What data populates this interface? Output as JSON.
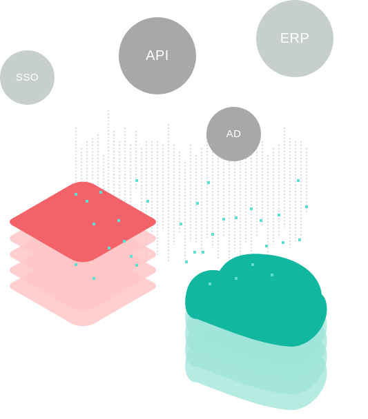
{
  "bubbles": {
    "sso": {
      "label": "SSO",
      "color": "#c6cfcc"
    },
    "api": {
      "label": "API",
      "color": "#a8a8a8"
    },
    "erp": {
      "label": "ERP",
      "color": "#c6cfcc"
    },
    "ad": {
      "label": "AD",
      "color": "#a8a8a8"
    }
  },
  "colors": {
    "database_top": "#f26268",
    "database_layers": "#ffc6c7",
    "cloud_top": "#12b79f",
    "cloud_layers": "#9ee4d8",
    "stream_dots": "#dcdce6",
    "stream_highlight": "#5fe0cf"
  },
  "icons": [
    "database-stack-icon",
    "cloud-stack-icon",
    "data-stream-icon"
  ]
}
